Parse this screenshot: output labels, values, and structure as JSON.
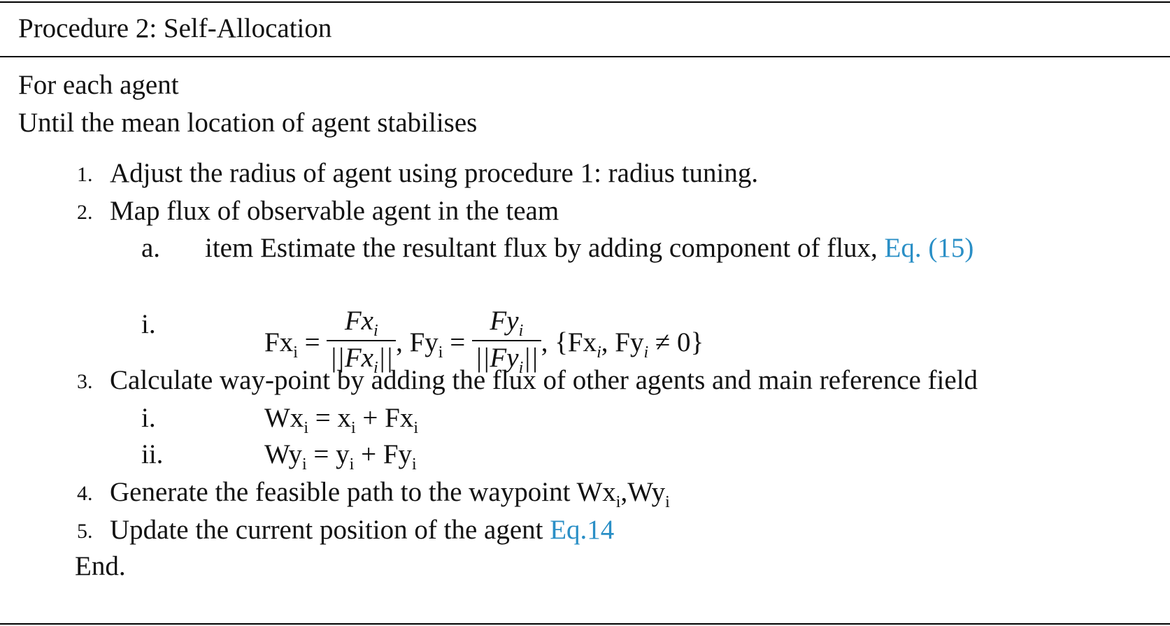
{
  "title": "Procedure 2: Self-Allocation",
  "intro": [
    "For each agent",
    "Until the mean location of agent stabilises"
  ],
  "step1": {
    "num": "1.",
    "text": "Adjust the radius of agent using procedure 1: radius tuning."
  },
  "step2": {
    "num": "2.",
    "text": "Map flux of observable agent in the team"
  },
  "step2a": {
    "label": "a.",
    "text": "item Estimate the resultant flux by adding component of flux,",
    "link": "Eq. (15)"
  },
  "step2i": {
    "label": "i.",
    "Fx": "Fx",
    "Fy": "Fy",
    "i": "i",
    "eq": " = ",
    "comma": ", ",
    "cond_open": "{Fx",
    "cond_mid": ", Fy",
    "cond_close": " ≠ 0}"
  },
  "step3": {
    "num": "3.",
    "text": "Calculate way-point by adding the flux of other agents and main reference field"
  },
  "step3i": {
    "label": "i.",
    "lhs": "Wx",
    "i": "i",
    "rhs_a": "x",
    "plus": " + ",
    "rhs_b": "Fx",
    "eq": " = "
  },
  "step3ii": {
    "label": "ii.",
    "lhs": "Wy",
    "i": "i",
    "rhs_a": "y",
    "plus": " + ",
    "rhs_b": "Fy",
    "eq": " = "
  },
  "step4": {
    "num": "4.",
    "text": "Generate the feasible path to the waypoint ",
    "wx": "Wx",
    "wy": ",Wy",
    "i": "i"
  },
  "step5": {
    "num": "5.",
    "text": "Update the current position of the agent ",
    "link": "Eq.14"
  },
  "end": "End."
}
